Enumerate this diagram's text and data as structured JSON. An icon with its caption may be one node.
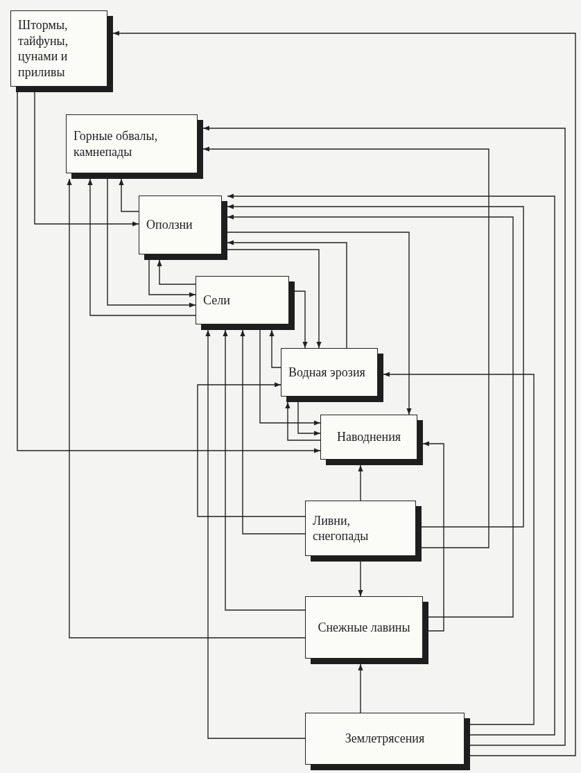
{
  "diagram": {
    "nodes": [
      {
        "text": [
          "Штормы, тайфуны, цунами и приливы"
        ]
      },
      {
        "text": [
          "Горные обвалы, камнепады"
        ]
      },
      {
        "text": [
          "Оползни"
        ]
      },
      {
        "text": [
          "Сели"
        ]
      },
      {
        "text": [
          "Водная эрозия"
        ]
      },
      {
        "text": [
          "Наводнения"
        ]
      },
      {
        "text": [
          "Ливни, снегопады"
        ]
      },
      {
        "text": [
          "Снежные лавины"
        ]
      },
      {
        "text": [
          "Землетрясения"
        ]
      }
    ],
    "edges": [
      {
        "from": 8,
        "to": 0,
        "arrow": "to"
      },
      {
        "from": 0,
        "to": 2,
        "arrow": "to"
      },
      {
        "from": 0,
        "to": 5,
        "arrow": "to"
      },
      {
        "from": 8,
        "to": 1,
        "arrow": "to"
      },
      {
        "from": 6,
        "to": 1,
        "arrow": "to"
      },
      {
        "from": 7,
        "to": 1,
        "arrow": "to"
      },
      {
        "from": 3,
        "to": 1,
        "arrow": "to"
      },
      {
        "from": 1,
        "to": 3,
        "arrow": "to"
      },
      {
        "from": 2,
        "to": 1,
        "arrow": "to"
      },
      {
        "from": 8,
        "to": 2,
        "arrow": "to"
      },
      {
        "from": 6,
        "to": 2,
        "arrow": "to"
      },
      {
        "from": 7,
        "to": 2,
        "arrow": "to"
      },
      {
        "from": 2,
        "to": 5,
        "arrow": "to"
      },
      {
        "from": 4,
        "to": 2,
        "arrow": "to"
      },
      {
        "from": 3,
        "to": 2,
        "arrow": "to"
      },
      {
        "from": 2,
        "to": 3,
        "arrow": "to"
      },
      {
        "from": 3,
        "to": 4,
        "arrow": "to"
      },
      {
        "from": 2,
        "to": 4,
        "arrow": "to"
      },
      {
        "from": 3,
        "to": 5,
        "arrow": "to"
      },
      {
        "from": 4,
        "to": 3,
        "arrow": "to"
      },
      {
        "from": 4,
        "to": 5,
        "arrow": "to"
      },
      {
        "from": 5,
        "to": 4,
        "arrow": "to"
      },
      {
        "from": 6,
        "to": 4,
        "arrow": "to"
      },
      {
        "from": 6,
        "to": 3,
        "arrow": "to"
      },
      {
        "from": 7,
        "to": 3,
        "arrow": "to"
      },
      {
        "from": 8,
        "to": 3,
        "arrow": "to"
      },
      {
        "from": 6,
        "to": 5,
        "arrow": "to"
      },
      {
        "from": 6,
        "to": 7,
        "arrow": "to"
      },
      {
        "from": 8,
        "to": 7,
        "arrow": "to"
      },
      {
        "from": 8,
        "to": 4,
        "arrow": "to"
      },
      {
        "from": 7,
        "to": 5,
        "arrow": "to"
      }
    ]
  }
}
